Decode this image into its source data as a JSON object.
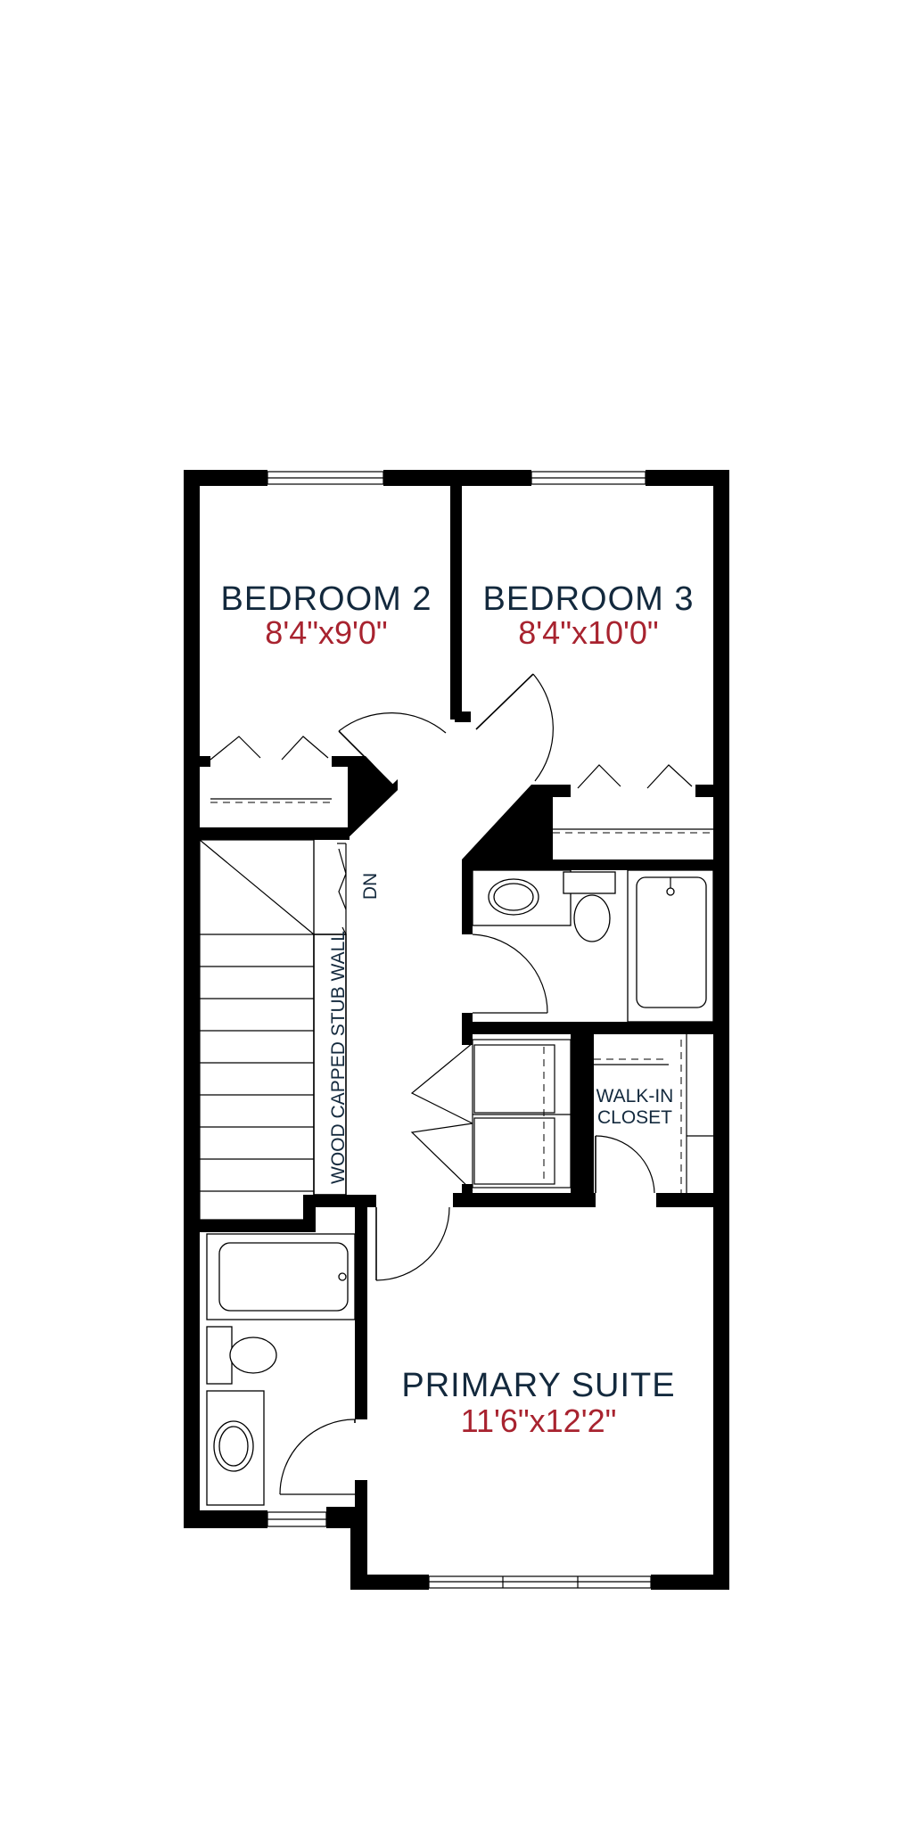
{
  "colors": {
    "label_name": "#13293d",
    "label_dimension": "#a8232f",
    "wall": "#000000"
  },
  "rooms": {
    "bedroom2": {
      "name": "BEDROOM 2",
      "dimensions": "8'4\"x9'0\""
    },
    "bedroom3": {
      "name": "BEDROOM 3",
      "dimensions": "8'4\"x10'0\""
    },
    "primary": {
      "name": "PRIMARY SUITE",
      "dimensions": "11'6\"x12'2\""
    }
  },
  "labels": {
    "walk_in_closet_line1": "WALK-IN",
    "walk_in_closet_line2": "CLOSET",
    "stub_wall": "WOOD CAPPED STUB WALL",
    "stair_direction": "DN"
  }
}
